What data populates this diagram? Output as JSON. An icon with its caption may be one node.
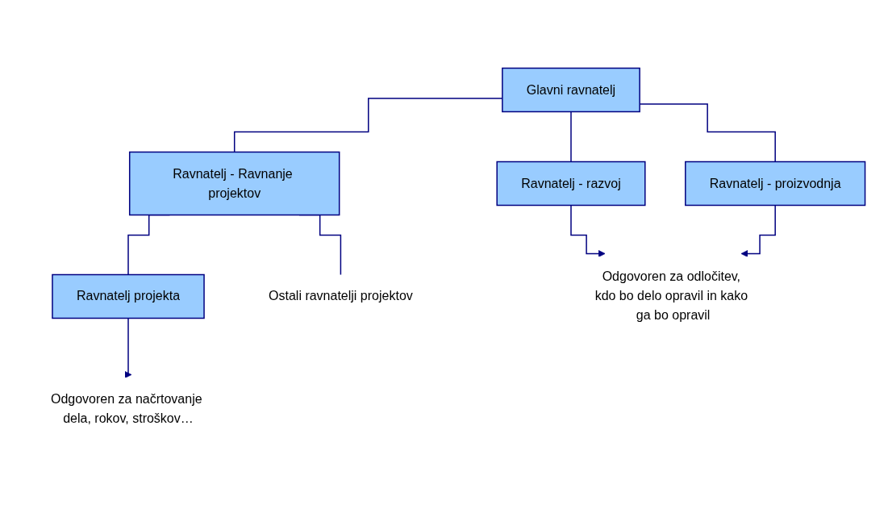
{
  "diagram": {
    "nodes": [
      {
        "text": [
          "Glavni ravnatelj"
        ]
      },
      {
        "text": [
          "Ravnatelj - Ravnanje projektov"
        ]
      },
      {
        "text": [
          "Ravnatelj - razvoj"
        ]
      },
      {
        "text": [
          "Ravnatelj - proizvodnja"
        ]
      },
      {
        "text": [
          "Ravnatelj projekta"
        ]
      },
      {
        "text": [
          "Ostali ravnatelji projektov"
        ]
      },
      {
        "text": [
          "Odgovoren za načrtovanje dela, rokov, stroškov…"
        ]
      },
      {
        "text": [
          "Odgovoren za odločitev, kdo bo delo opravil in kako ga bo opravil"
        ]
      }
    ],
    "edges": [
      {
        "from": 0,
        "to": 1,
        "arrow": "none"
      },
      {
        "from": 0,
        "to": 2,
        "arrow": "none"
      },
      {
        "from": 0,
        "to": 3,
        "arrow": "none"
      },
      {
        "from": 1,
        "to": 4,
        "arrow": "none"
      },
      {
        "from": 1,
        "to": 5,
        "arrow": "none"
      },
      {
        "from": 4,
        "to": 6,
        "arrow": "to"
      },
      {
        "from": 2,
        "to": 7,
        "arrow": "to"
      },
      {
        "from": 3,
        "to": 7,
        "arrow": "to"
      }
    ]
  }
}
